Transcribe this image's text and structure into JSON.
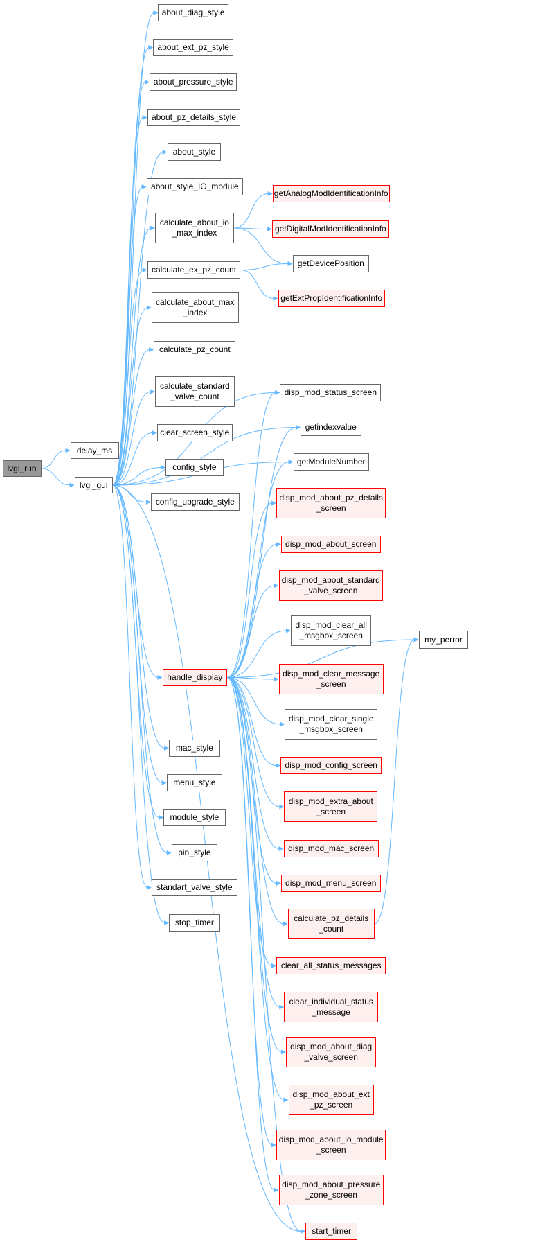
{
  "colors": {
    "edge": "#63b8ff",
    "node_border": "#666666",
    "truncated_border": "#ff0000",
    "truncated_fill": "#fff0f0",
    "root_fill": "#999999"
  },
  "nodes": [
    {
      "id": "lvgl_run",
      "label": "lvgl_run",
      "style": "root"
    },
    {
      "id": "delay_ms",
      "label": "delay_ms",
      "style": "normal"
    },
    {
      "id": "lvgl_gui",
      "label": "lvgl_gui",
      "style": "normal"
    },
    {
      "id": "about_diag_style",
      "label": "about_diag_style",
      "style": "normal"
    },
    {
      "id": "about_ext_pz_style",
      "label": "about_ext_pz_style",
      "style": "normal"
    },
    {
      "id": "about_pressure_style",
      "label": "about_pressure_style",
      "style": "normal"
    },
    {
      "id": "about_pz_details_style",
      "label": "about_pz_details_style",
      "style": "normal"
    },
    {
      "id": "about_style",
      "label": "about_style",
      "style": "normal"
    },
    {
      "id": "about_style_IO_module",
      "label": "about_style_IO_module",
      "style": "normal"
    },
    {
      "id": "calculate_about_io_max_index",
      "label": "calculate_about_io\n_max_index",
      "style": "normal"
    },
    {
      "id": "calculate_ex_pz_count",
      "label": "calculate_ex_pz_count",
      "style": "normal"
    },
    {
      "id": "calculate_about_max_index",
      "label": "calculate_about_max\n_index",
      "style": "normal"
    },
    {
      "id": "calculate_pz_count",
      "label": "calculate_pz_count",
      "style": "normal"
    },
    {
      "id": "calculate_standard_valve_count",
      "label": "calculate_standard\n_valve_count",
      "style": "normal"
    },
    {
      "id": "clear_screen_style",
      "label": "clear_screen_style",
      "style": "normal"
    },
    {
      "id": "config_style",
      "label": "config_style",
      "style": "normal"
    },
    {
      "id": "config_upgrade_style",
      "label": "config_upgrade_style",
      "style": "normal"
    },
    {
      "id": "handle_display",
      "label": "handle_display",
      "style": "trunc"
    },
    {
      "id": "mac_style",
      "label": "mac_style",
      "style": "normal"
    },
    {
      "id": "menu_style",
      "label": "menu_style",
      "style": "normal"
    },
    {
      "id": "module_style",
      "label": "module_style",
      "style": "normal"
    },
    {
      "id": "pin_style",
      "label": "pin_style",
      "style": "normal"
    },
    {
      "id": "standart_valve_style",
      "label": "standart_valve_style",
      "style": "normal"
    },
    {
      "id": "stop_timer",
      "label": "stop_timer",
      "style": "normal"
    },
    {
      "id": "getAnalogModIdentificationInfo",
      "label": "getAnalogModIdentificationInfo",
      "style": "trunc"
    },
    {
      "id": "getDigitalModIdentificationInfo",
      "label": "getDigitalModIdentificationInfo",
      "style": "trunc"
    },
    {
      "id": "getDevicePosition",
      "label": "getDevicePosition",
      "style": "normal"
    },
    {
      "id": "getExtPropIdentificationInfo",
      "label": "getExtPropIdentificationInfo",
      "style": "trunc"
    },
    {
      "id": "disp_mod_status_screen",
      "label": "disp_mod_status_screen",
      "style": "normal"
    },
    {
      "id": "getindexvalue",
      "label": "getindexvalue",
      "style": "normal"
    },
    {
      "id": "getModuleNumber",
      "label": "getModuleNumber",
      "style": "normal"
    },
    {
      "id": "disp_mod_about_pz_details_screen",
      "label": "disp_mod_about_pz_details\n_screen",
      "style": "trunc"
    },
    {
      "id": "disp_mod_about_screen",
      "label": "disp_mod_about_screen",
      "style": "trunc"
    },
    {
      "id": "disp_mod_about_standard_valve_screen",
      "label": "disp_mod_about_standard\n_valve_screen",
      "style": "trunc"
    },
    {
      "id": "disp_mod_clear_all_msgbox_screen",
      "label": "disp_mod_clear_all\n_msgbox_screen",
      "style": "normal"
    },
    {
      "id": "disp_mod_clear_message_screen",
      "label": "disp_mod_clear_message\n_screen",
      "style": "trunc"
    },
    {
      "id": "disp_mod_clear_single_msgbox_screen",
      "label": "disp_mod_clear_single\n_msgbox_screen",
      "style": "normal"
    },
    {
      "id": "disp_mod_config_screen",
      "label": "disp_mod_config_screen",
      "style": "trunc"
    },
    {
      "id": "disp_mod_extra_about_screen",
      "label": "disp_mod_extra_about\n_screen",
      "style": "trunc"
    },
    {
      "id": "disp_mod_mac_screen",
      "label": "disp_mod_mac_screen",
      "style": "trunc"
    },
    {
      "id": "disp_mod_menu_screen",
      "label": "disp_mod_menu_screen",
      "style": "trunc"
    },
    {
      "id": "calculate_pz_details_count",
      "label": "calculate_pz_details\n_count",
      "style": "trunc"
    },
    {
      "id": "clear_all_status_messages",
      "label": "clear_all_status_messages",
      "style": "trunc"
    },
    {
      "id": "clear_individual_status_message",
      "label": "clear_individual_status\n_message",
      "style": "trunc"
    },
    {
      "id": "disp_mod_about_diag_valve_screen",
      "label": "disp_mod_about_diag\n_valve_screen",
      "style": "trunc"
    },
    {
      "id": "disp_mod_about_ext_pz_screen",
      "label": "disp_mod_about_ext\n_pz_screen",
      "style": "trunc"
    },
    {
      "id": "disp_mod_about_io_module_screen",
      "label": "disp_mod_about_io_module\n_screen",
      "style": "trunc"
    },
    {
      "id": "disp_mod_about_pressure_zone_screen",
      "label": "disp_mod_about_pressure\n_zone_screen",
      "style": "trunc"
    },
    {
      "id": "start_timer",
      "label": "start_timer",
      "style": "trunc"
    },
    {
      "id": "my_perror",
      "label": "my_perror",
      "style": "normal"
    }
  ],
  "edges": [
    [
      "lvgl_run",
      "delay_ms"
    ],
    [
      "lvgl_run",
      "lvgl_gui"
    ],
    [
      "lvgl_gui",
      "about_diag_style"
    ],
    [
      "lvgl_gui",
      "about_ext_pz_style"
    ],
    [
      "lvgl_gui",
      "about_pressure_style"
    ],
    [
      "lvgl_gui",
      "about_pz_details_style"
    ],
    [
      "lvgl_gui",
      "about_style"
    ],
    [
      "lvgl_gui",
      "about_style_IO_module"
    ],
    [
      "lvgl_gui",
      "calculate_about_io_max_index"
    ],
    [
      "lvgl_gui",
      "calculate_ex_pz_count"
    ],
    [
      "lvgl_gui",
      "calculate_about_max_index"
    ],
    [
      "lvgl_gui",
      "calculate_pz_count"
    ],
    [
      "lvgl_gui",
      "calculate_standard_valve_count"
    ],
    [
      "lvgl_gui",
      "clear_screen_style"
    ],
    [
      "lvgl_gui",
      "config_style"
    ],
    [
      "lvgl_gui",
      "config_upgrade_style"
    ],
    [
      "lvgl_gui",
      "disp_mod_status_screen"
    ],
    [
      "lvgl_gui",
      "getindexvalue"
    ],
    [
      "lvgl_gui",
      "getModuleNumber"
    ],
    [
      "lvgl_gui",
      "handle_display"
    ],
    [
      "lvgl_gui",
      "mac_style"
    ],
    [
      "lvgl_gui",
      "menu_style"
    ],
    [
      "lvgl_gui",
      "module_style"
    ],
    [
      "lvgl_gui",
      "pin_style"
    ],
    [
      "lvgl_gui",
      "standart_valve_style"
    ],
    [
      "lvgl_gui",
      "stop_timer"
    ],
    [
      "lvgl_gui",
      "start_timer"
    ],
    [
      "calculate_about_io_max_index",
      "getAnalogModIdentificationInfo"
    ],
    [
      "calculate_about_io_max_index",
      "getDigitalModIdentificationInfo"
    ],
    [
      "calculate_about_io_max_index",
      "getDevicePosition"
    ],
    [
      "calculate_ex_pz_count",
      "getDevicePosition"
    ],
    [
      "calculate_ex_pz_count",
      "getExtPropIdentificationInfo"
    ],
    [
      "handle_display",
      "disp_mod_status_screen"
    ],
    [
      "handle_display",
      "getindexvalue"
    ],
    [
      "handle_display",
      "getModuleNumber"
    ],
    [
      "handle_display",
      "disp_mod_about_pz_details_screen"
    ],
    [
      "handle_display",
      "disp_mod_about_screen"
    ],
    [
      "handle_display",
      "disp_mod_about_standard_valve_screen"
    ],
    [
      "handle_display",
      "disp_mod_clear_all_msgbox_screen"
    ],
    [
      "handle_display",
      "disp_mod_clear_message_screen"
    ],
    [
      "handle_display",
      "disp_mod_clear_single_msgbox_screen"
    ],
    [
      "handle_display",
      "disp_mod_config_screen"
    ],
    [
      "handle_display",
      "disp_mod_extra_about_screen"
    ],
    [
      "handle_display",
      "disp_mod_mac_screen"
    ],
    [
      "handle_display",
      "disp_mod_menu_screen"
    ],
    [
      "handle_display",
      "calculate_pz_details_count"
    ],
    [
      "handle_display",
      "clear_all_status_messages"
    ],
    [
      "handle_display",
      "clear_individual_status_message"
    ],
    [
      "handle_display",
      "disp_mod_about_diag_valve_screen"
    ],
    [
      "handle_display",
      "disp_mod_about_ext_pz_screen"
    ],
    [
      "handle_display",
      "disp_mod_about_io_module_screen"
    ],
    [
      "handle_display",
      "disp_mod_about_pressure_zone_screen"
    ],
    [
      "handle_display",
      "start_timer"
    ],
    [
      "handle_display",
      "my_perror"
    ],
    [
      "calculate_pz_details_count",
      "my_perror"
    ]
  ]
}
